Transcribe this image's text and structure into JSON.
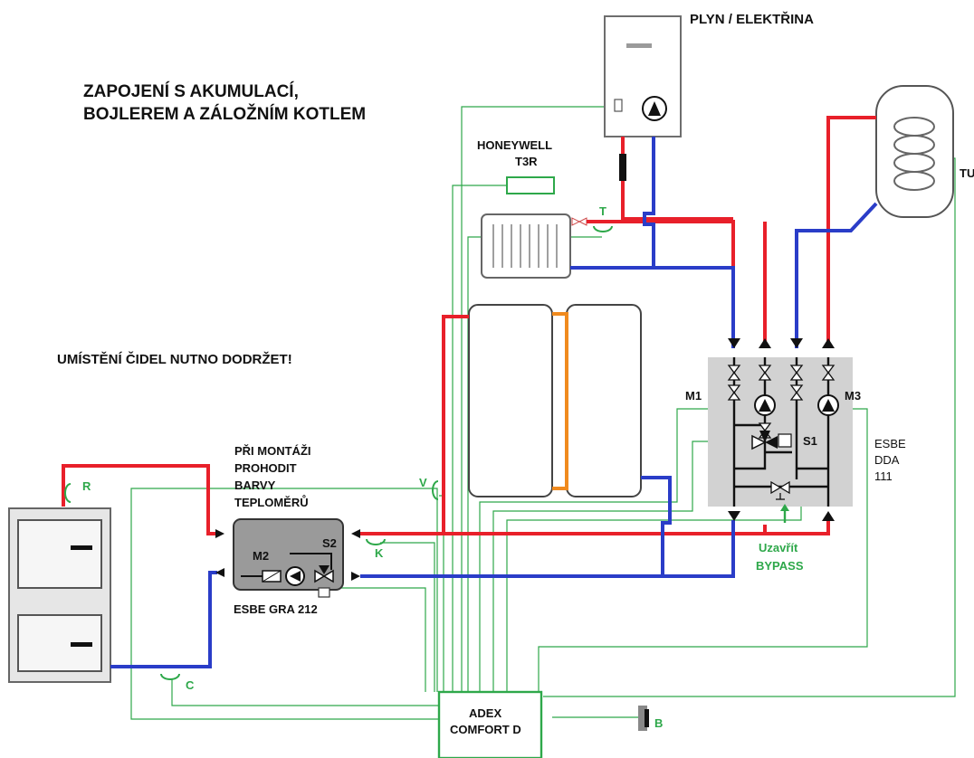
{
  "title": {
    "line1": "ZAPOJENÍ S AKUMULACÍ,",
    "line2": "BOJLEREM A ZÁLOŽNÍM KOTLEM"
  },
  "note_sensors": "UMÍSTĚNÍ ČIDEL NUTNO DODRŽET!",
  "backup_boiler": "PLYN / ELEKTŘINA",
  "thermostat": {
    "line1": "HONEYWELL",
    "line2": "T3R"
  },
  "mixing_note": {
    "line1": "PŘI MONTÁŽI",
    "line2": "PROHODIT",
    "line3": "BARVY",
    "line4": "TEPLOMĚRŮ"
  },
  "gra_valve": "ESBE GRA 212",
  "dda_station": {
    "line1": "ESBE",
    "line2": "DDA",
    "line3": "111"
  },
  "controller": {
    "line1": "ADEX",
    "line2": "COMFORT D"
  },
  "bypass": {
    "line1": "Uzavřít",
    "line2": "BYPASS"
  },
  "labels": {
    "M1": "M1",
    "M2": "M2",
    "M3": "M3",
    "S1": "S1",
    "S2": "S2",
    "R": "R",
    "C": "C",
    "K": "K",
    "V": "V",
    "T": "T",
    "B": "B",
    "TU": "TU"
  },
  "colors": {
    "supply": "#e8202a",
    "return": "#2a3dc8",
    "sensor_wire": "#2ea84a",
    "tank_link": "#f08a1e",
    "station_bg": "#d2d2d2"
  }
}
